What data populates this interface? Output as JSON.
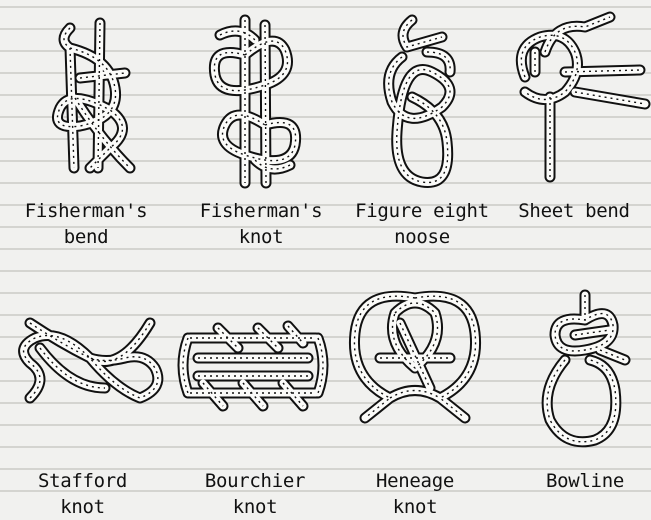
{
  "figure": {
    "knots": [
      {
        "id": "fishermans-bend",
        "label": "Fisherman's\nbend",
        "icon": "fishermans-bend-knot-icon"
      },
      {
        "id": "fishermans-knot",
        "label": "Fisherman's\nknot",
        "icon": "fishermans-knot-icon"
      },
      {
        "id": "figure-eight-noose",
        "label": "Figure eight\nnoose",
        "icon": "figure-eight-noose-icon"
      },
      {
        "id": "sheet-bend",
        "label": "Sheet bend",
        "icon": "sheet-bend-knot-icon"
      },
      {
        "id": "stafford-knot",
        "label": "Stafford\nknot",
        "icon": "stafford-knot-icon"
      },
      {
        "id": "bourchier-knot",
        "label": "Bourchier\nknot",
        "icon": "bourchier-knot-icon"
      },
      {
        "id": "heneage-knot",
        "label": "Heneage\nknot",
        "icon": "heneage-knot-icon"
      },
      {
        "id": "bowline",
        "label": "Bowline",
        "icon": "bowline-knot-icon"
      }
    ],
    "colors": {
      "ink": "#111111",
      "paper": "#f1f1ef",
      "rope_fill": "#fbfbf9"
    }
  }
}
